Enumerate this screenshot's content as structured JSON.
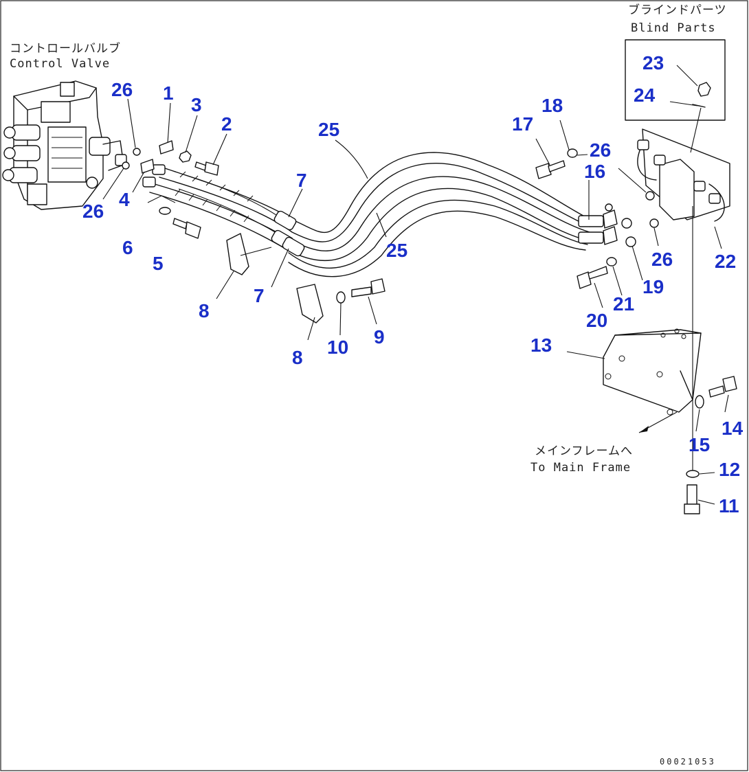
{
  "notes": {
    "control_valve_jp": "コントロールバルブ",
    "control_valve_en": "Control Valve",
    "blind_parts_jp": "ブラインドパーツ",
    "blind_parts_en": "Blind Parts",
    "main_frame_jp": "メインフレームへ",
    "main_frame_en": "To Main Frame"
  },
  "drawing_code": "00021053",
  "callouts": {
    "c1": "1",
    "c2": "2",
    "c3": "3",
    "c4": "4",
    "c5": "5",
    "c6": "6",
    "c7a": "7",
    "c7b": "7",
    "c8a": "8",
    "c8b": "8",
    "c9": "9",
    "c10": "10",
    "c11": "11",
    "c12": "12",
    "c13": "13",
    "c14": "14",
    "c15": "15",
    "c16": "16",
    "c17": "17",
    "c18": "18",
    "c19": "19",
    "c20": "20",
    "c21": "21",
    "c22": "22",
    "c23": "23",
    "c24": "24",
    "c25a": "25",
    "c25b": "25",
    "c26a": "26",
    "c26b": "26",
    "c26c": "26",
    "c26d": "26"
  },
  "colors": {
    "callout": "#1a2fc8",
    "line": "#111111"
  }
}
